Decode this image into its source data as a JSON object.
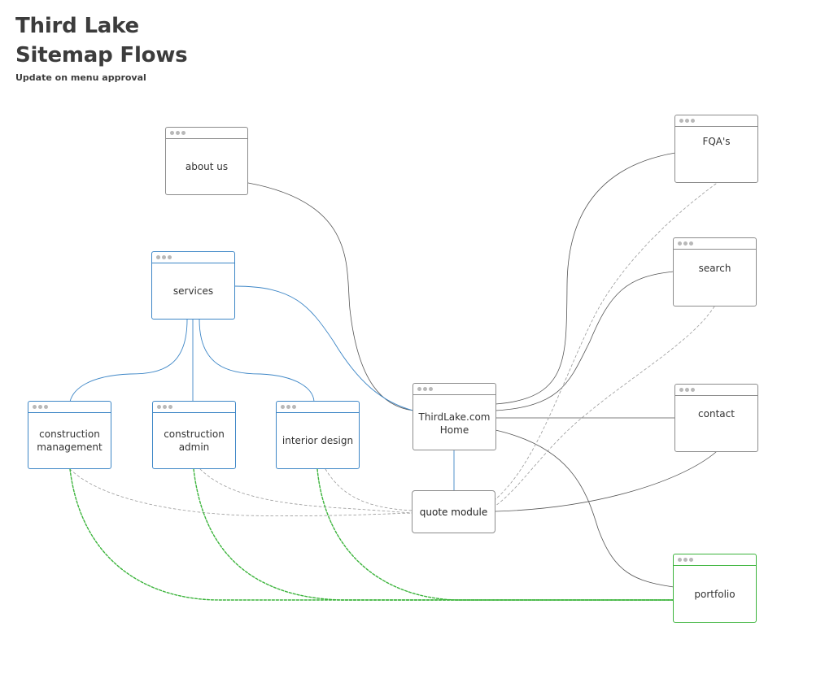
{
  "header": {
    "title_line1": "Third Lake",
    "title_line2": "Sitemap Flows",
    "subtitle": "Update on menu approval"
  },
  "colors": {
    "default_border": "#8c8c8c",
    "services_group": "#3d86c6",
    "portfolio_group": "#3cb43c",
    "connector": "#555555",
    "dashed_connector": "#999999"
  },
  "nodes": {
    "about_us": "about us",
    "services": "services",
    "construction_management": "construction\nmanagement",
    "construction_admin": "construction\nadmin",
    "interior_design": "interior design",
    "home": "ThirdLake.com\nHome",
    "quote_module": "quote module",
    "faqs": "FQA's",
    "search": "search",
    "contact": "contact",
    "portfolio": "portfolio"
  }
}
